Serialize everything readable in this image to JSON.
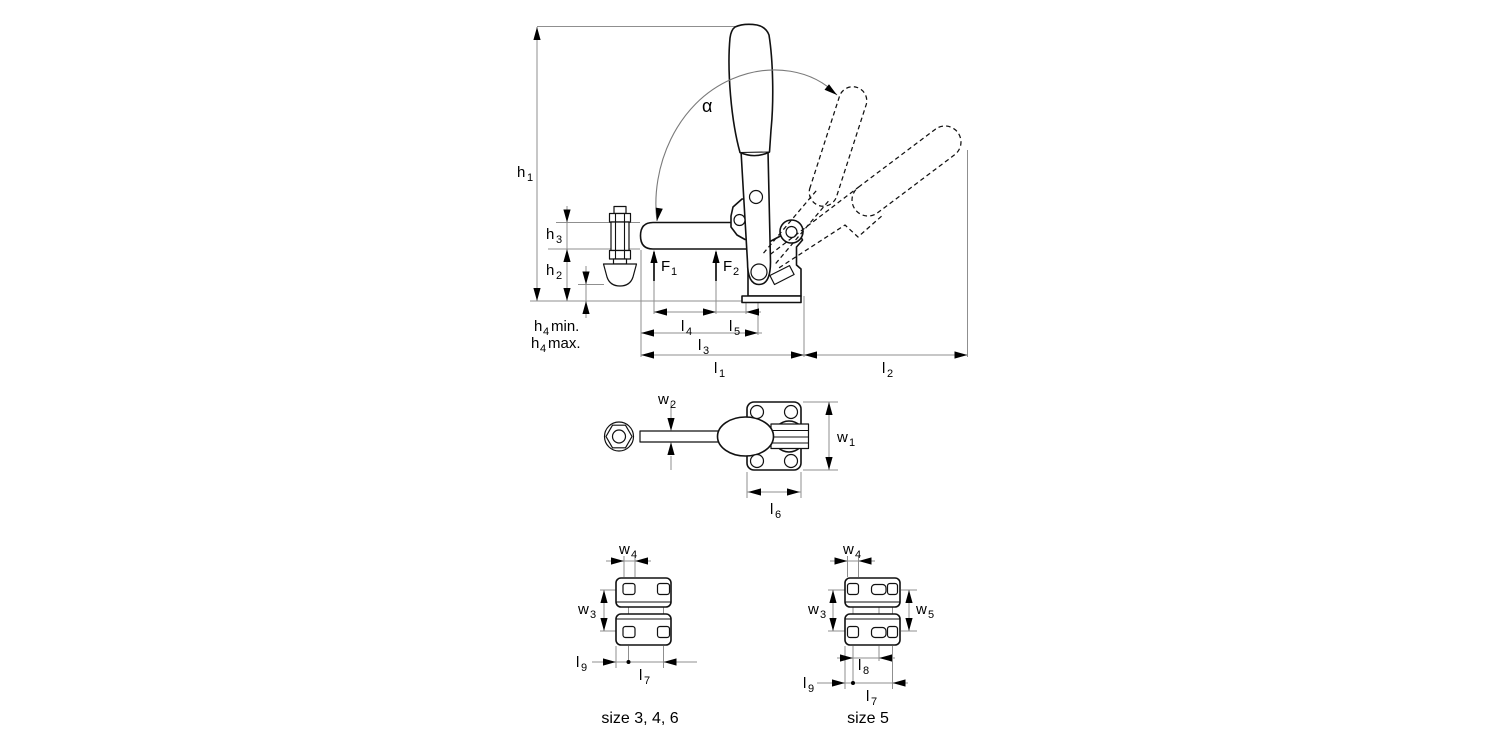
{
  "colors": {
    "background": "#ffffff",
    "part_outline": "#111111",
    "dimension_lines": "#8f8f8f",
    "text": "#000000"
  },
  "labels": {
    "h1": {
      "base": "h",
      "sub": "1"
    },
    "h2": {
      "base": "h",
      "sub": "2"
    },
    "h3": {
      "base": "h",
      "sub": "3"
    },
    "h4_min": {
      "base": "h",
      "sub": "4",
      "suffix": "min."
    },
    "h4_max": {
      "base": "h",
      "sub": "4",
      "suffix": "max."
    },
    "alpha": {
      "base": "α"
    },
    "f1": {
      "base": "F",
      "sub": "1"
    },
    "f2": {
      "base": "F",
      "sub": "2"
    },
    "l1": {
      "base": "l",
      "sub": "1"
    },
    "l2": {
      "base": "l",
      "sub": "2"
    },
    "l3": {
      "base": "l",
      "sub": "3"
    },
    "l4": {
      "base": "l",
      "sub": "4"
    },
    "l5": {
      "base": "l",
      "sub": "5"
    },
    "l6": {
      "base": "l",
      "sub": "6"
    },
    "l7": {
      "base": "l",
      "sub": "7"
    },
    "l8": {
      "base": "l",
      "sub": "8"
    },
    "l9": {
      "base": "l",
      "sub": "9"
    },
    "w1": {
      "base": "w",
      "sub": "1"
    },
    "w2": {
      "base": "w",
      "sub": "2"
    },
    "w3": {
      "base": "w",
      "sub": "3"
    },
    "w4": {
      "base": "w",
      "sub": "4"
    },
    "w5": {
      "base": "w",
      "sub": "5"
    }
  },
  "captions": {
    "footprint_left": "size 3, 4, 6",
    "footprint_right": "size 5"
  }
}
